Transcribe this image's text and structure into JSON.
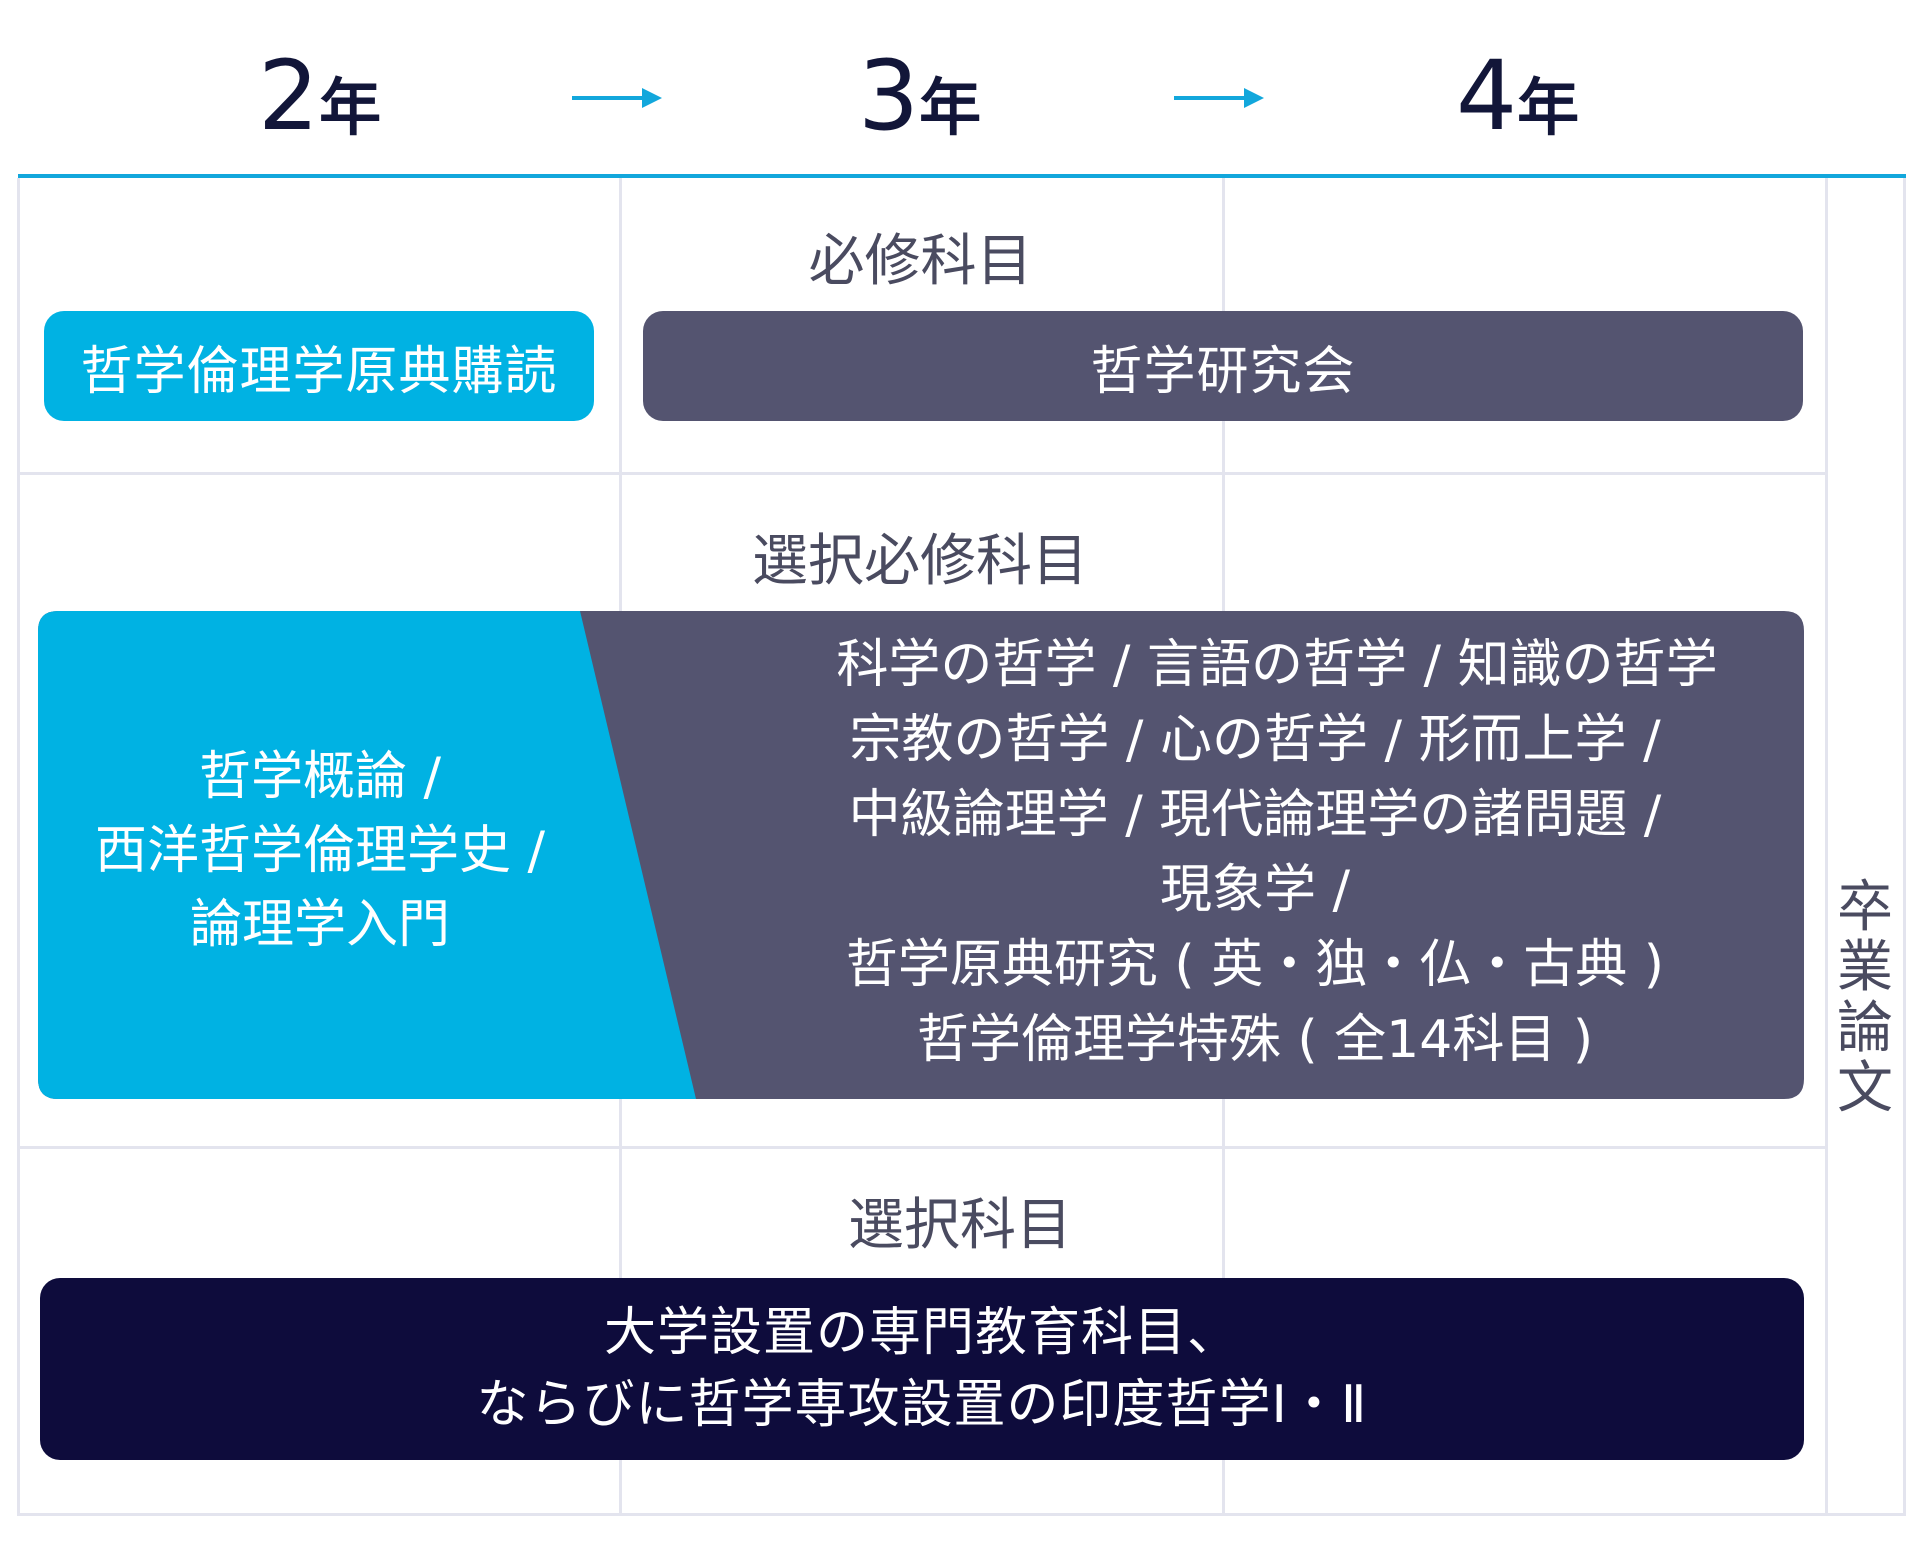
{
  "years": [
    {
      "number": "2",
      "unit": "年"
    },
    {
      "number": "3",
      "unit": "年"
    },
    {
      "number": "4",
      "unit": "年"
    }
  ],
  "colors": {
    "accent_line": "#12A7DC",
    "arrow": "#12A7DC",
    "cyan_block": "#00B2E3",
    "slate_block": "#545470",
    "navy_block": "#0E0C3C",
    "grid": "#E3E4EE",
    "heading_text": "#121639"
  },
  "sections": {
    "required": {
      "title": "必修科目",
      "year2_course": "哲学倫理学原典購読",
      "year34_course": "哲学研究会"
    },
    "elective_required": {
      "title": "選択必修科目",
      "left_lines": [
        "哲学概論 /",
        "西洋哲学倫理学史 /",
        "論理学入門"
      ],
      "right_lines": [
        "科学の哲学 / 言語の哲学 / 知識の哲学",
        "宗教の哲学 / 心の哲学 / 形而上学 /",
        "中級論理学 / 現代論理学の諸問題 /",
        "現象学 /",
        "哲学原典研究 ( 英・独・仏・古典 )",
        "哲学倫理学特殊 ( 全14科目 )"
      ]
    },
    "elective": {
      "title": "選択科目",
      "lines": [
        "大学設置の専門教育科目、",
        "ならびに哲学専攻設置の印度哲学Ⅰ・Ⅱ"
      ]
    }
  },
  "graduation_thesis": [
    "卒",
    "業",
    "論",
    "文"
  ]
}
